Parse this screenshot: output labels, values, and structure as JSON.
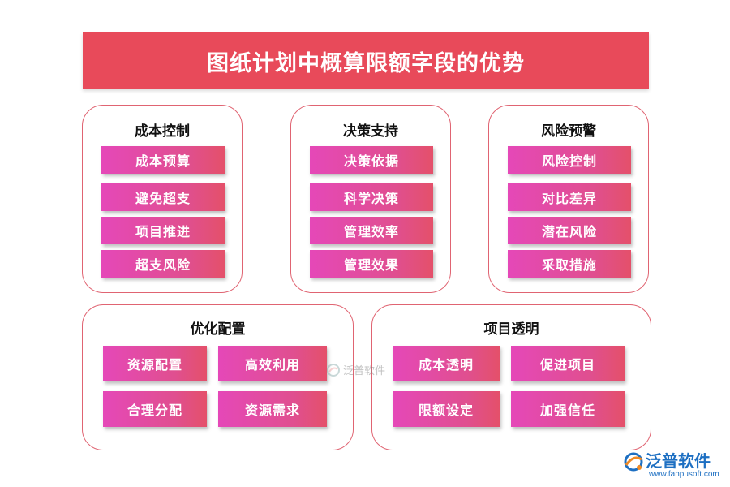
{
  "title": "图纸计划中概算限额字段的优势",
  "cards": {
    "cost_control": {
      "title": "成本控制",
      "items": [
        "成本预算",
        "避免超支",
        "项目推进",
        "超支风险"
      ]
    },
    "decision_support": {
      "title": "决策支持",
      "items": [
        "决策依据",
        "科学决策",
        "管理效率",
        "管理效果"
      ]
    },
    "risk_warning": {
      "title": "风险预警",
      "items": [
        "风险控制",
        "对比差异",
        "潜在风险",
        "采取措施"
      ]
    },
    "optimize_allocation": {
      "title": "优化配置",
      "items": [
        "资源配置",
        "高效利用",
        "合理分配",
        "资源需求"
      ]
    },
    "project_transparency": {
      "title": "项目透明",
      "items": [
        "成本透明",
        "促进项目",
        "限额设定",
        "加强信任"
      ]
    }
  },
  "watermark": {
    "text": "泛普软件"
  },
  "logo": {
    "name": "泛普软件",
    "url": "www.fanpusoft.com"
  },
  "colors": {
    "banner": "#e84a5a",
    "card_border": "#e06472",
    "button_start": "#e548b8",
    "button_end": "#e4506a",
    "logo_blue": "#1d6fc2",
    "logo_orange": "#f08a24"
  }
}
